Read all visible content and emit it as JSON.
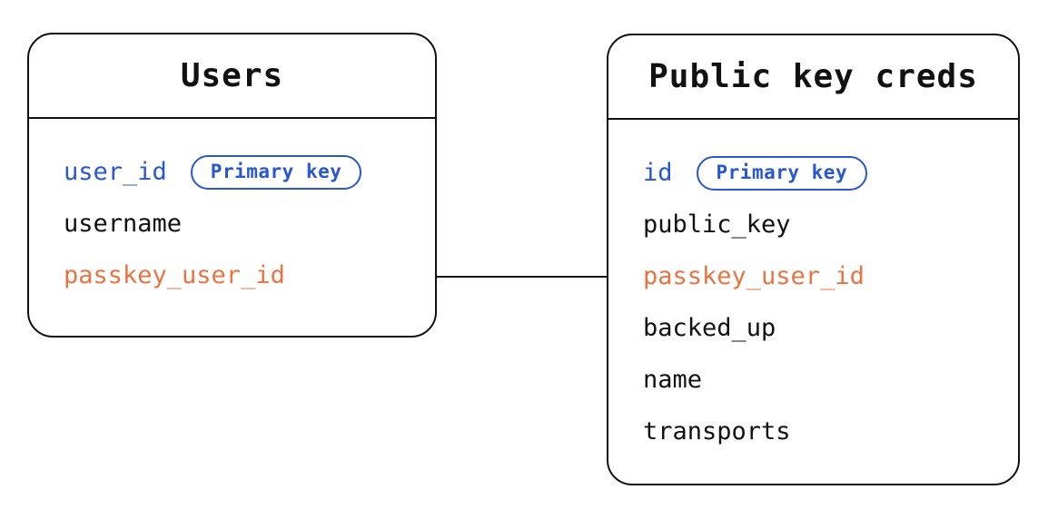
{
  "tables": [
    {
      "title": "Users",
      "fields": [
        {
          "name": "user_id",
          "badge": "Primary key",
          "role": "primary-key",
          "color": "#2857d0"
        },
        {
          "name": "username",
          "role": "plain",
          "color": "#111111"
        },
        {
          "name": "passkey_user_id",
          "role": "linked-key",
          "color": "#ea7342"
        }
      ]
    },
    {
      "title": "Public key creds",
      "fields": [
        {
          "name": "id",
          "badge": "Primary key",
          "role": "primary-key",
          "color": "#2857d0"
        },
        {
          "name": "public_key",
          "role": "plain",
          "color": "#111111"
        },
        {
          "name": "passkey_user_id",
          "role": "linked-key",
          "color": "#ea7342"
        },
        {
          "name": "backed_up",
          "role": "plain",
          "color": "#111111"
        },
        {
          "name": "name",
          "role": "plain",
          "color": "#111111"
        },
        {
          "name": "transports",
          "role": "plain",
          "color": "#111111"
        }
      ]
    }
  ],
  "relationship": {
    "from": "Users.passkey_user_id",
    "to": "Public key creds.passkey_user_id"
  },
  "colors": {
    "primary_key_blue": "#2857d0",
    "linked_key_orange": "#ea7342",
    "line_black": "#111111",
    "background": "#ffffff"
  }
}
